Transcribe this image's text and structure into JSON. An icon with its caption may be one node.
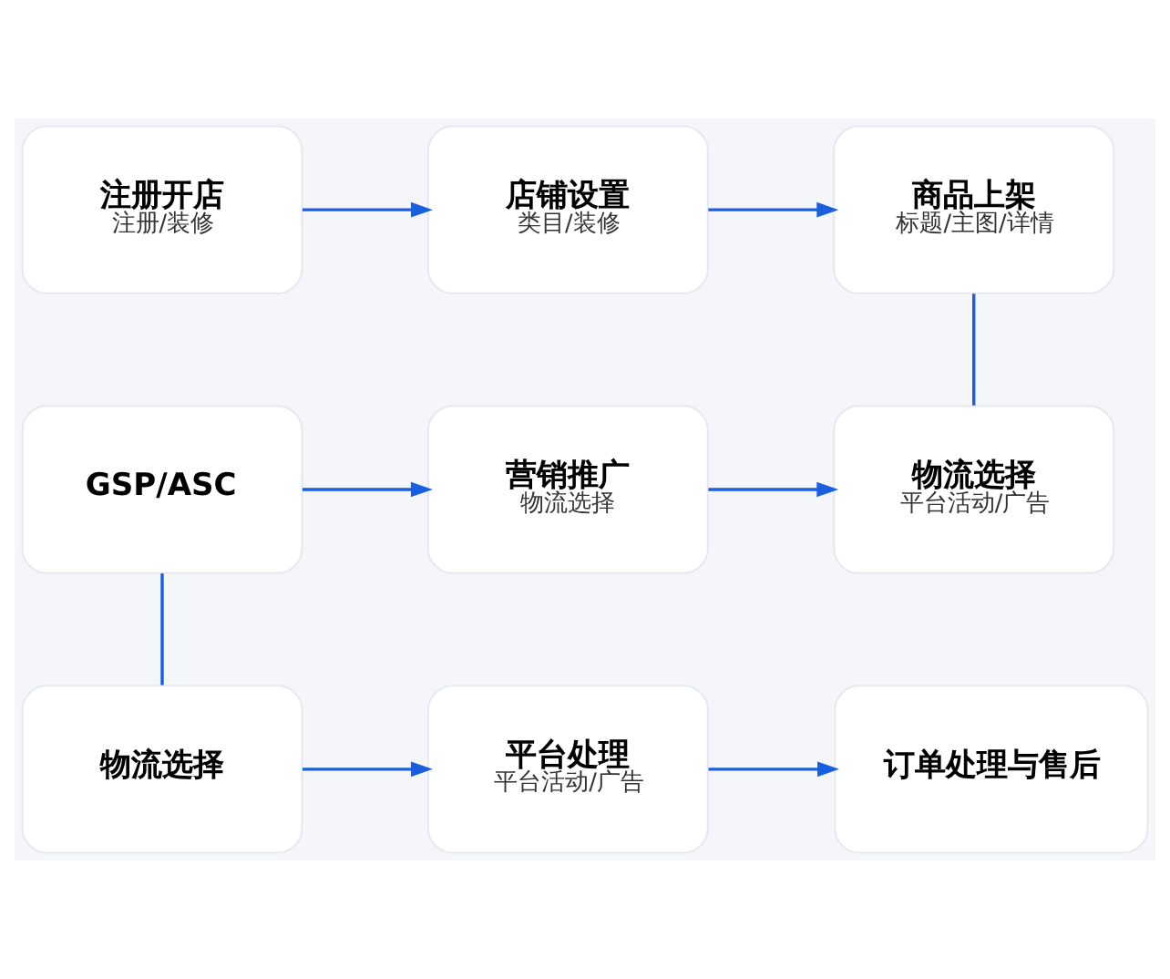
{
  "diagram": {
    "nodes": [
      {
        "text": [
          "注册开店",
          "注册/装修"
        ]
      },
      {
        "text": [
          "店铺设置",
          "类目/装修"
        ]
      },
      {
        "text": [
          "商品上架",
          "标题/主图/详情"
        ]
      },
      {
        "text": [
          "GSP/ASC"
        ]
      },
      {
        "text": [
          "营销推广",
          "物流选择"
        ]
      },
      {
        "text": [
          "物流选择",
          "平台活动/广告"
        ]
      },
      {
        "text": [
          "物流选择"
        ]
      },
      {
        "text": [
          "平台处理",
          "平台活动/广告"
        ]
      },
      {
        "text": [
          "订单处理与售后"
        ]
      }
    ],
    "edges": [
      {
        "from": 0,
        "to": 1,
        "arrow": "to"
      },
      {
        "from": 1,
        "to": 2,
        "arrow": "to"
      },
      {
        "from": 2,
        "to": 5,
        "arrow": "none"
      },
      {
        "from": 3,
        "to": 4,
        "arrow": "to"
      },
      {
        "from": 4,
        "to": 5,
        "arrow": "to"
      },
      {
        "from": 3,
        "to": 6,
        "arrow": "none"
      },
      {
        "from": 6,
        "to": 7,
        "arrow": "to"
      },
      {
        "from": 7,
        "to": 8,
        "arrow": "to"
      }
    ]
  }
}
